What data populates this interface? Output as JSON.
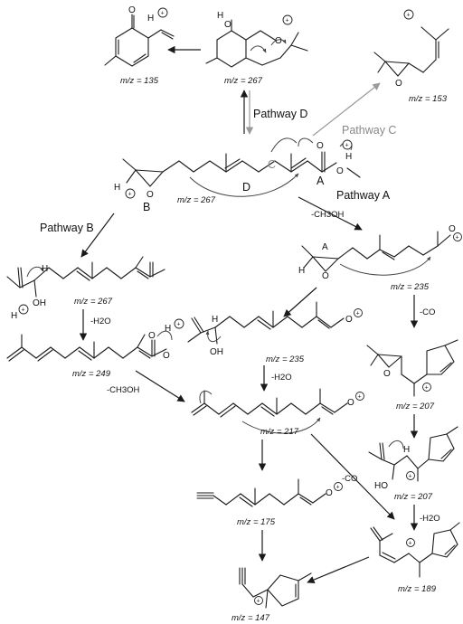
{
  "pathways": {
    "A": "Pathway A",
    "B": "Pathway B",
    "C": "Pathway C",
    "D": "Pathway D"
  },
  "site_labels": {
    "A": "A",
    "B": "B",
    "C": "C",
    "D": "D",
    "A_small": "A"
  },
  "ions": {
    "mz_135": "m/z = 135",
    "mz_267_top": "m/z = 267",
    "mz_153": "m/z = 153",
    "mz_267_center": "m/z = 267",
    "mz_267_b": "m/z = 267",
    "mz_249": "m/z = 249",
    "mz_235_right": "m/z = 235",
    "mz_235_mid": "m/z = 235",
    "mz_217": "m/z = 217",
    "mz_207_a": "m/z = 207",
    "mz_207_b": "m/z = 207",
    "mz_175": "m/z = 175",
    "mz_189": "m/z = 189",
    "mz_147": "m/z = 147"
  },
  "losses": {
    "meoh_a": "-CH3OH",
    "meoh_b": "-CH3OH",
    "h2o_b": "-H2O",
    "h2o_mid": "-H2O",
    "h2o_right": "-H2O",
    "co_right": "-CO",
    "co_mid": "-CO"
  },
  "atoms": {
    "oh": "OH",
    "ho": "HO",
    "h": "H",
    "o": "O",
    "charge": "+"
  },
  "colors": {
    "ink": "#1a1a1a",
    "grey_path": "#8c8c8c"
  }
}
